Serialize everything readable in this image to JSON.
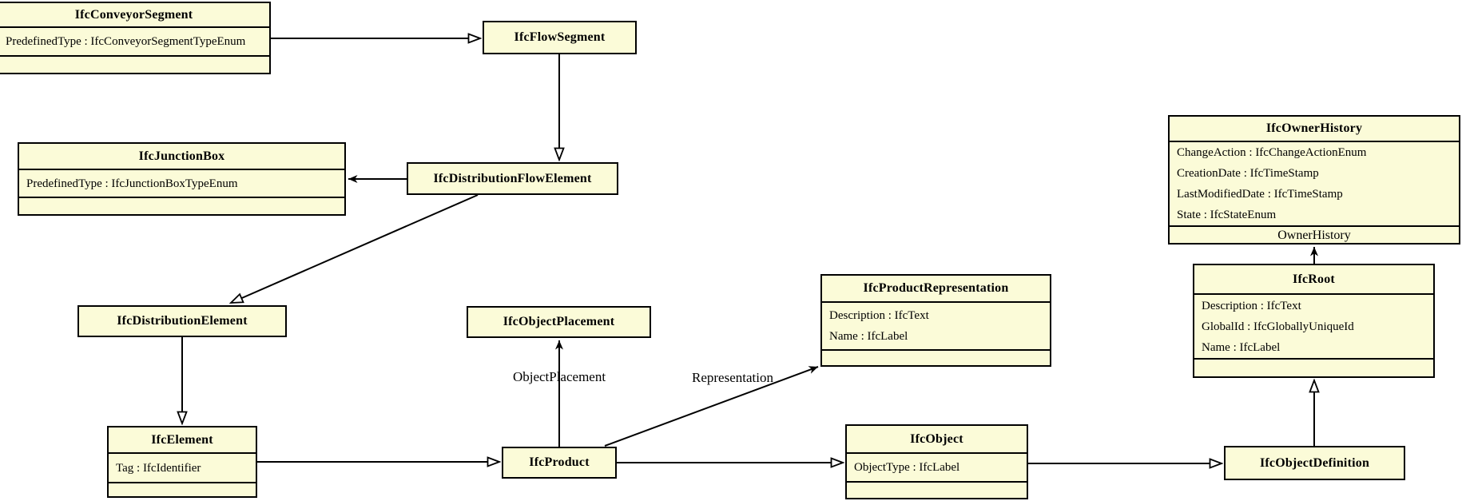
{
  "colors": {
    "box_fill": "#FBFBD8",
    "box_border": "#000000",
    "background": "#FFFFFF",
    "line": "#000000"
  },
  "classes": {
    "conveyor": {
      "name": "IfcConveyorSegment",
      "attrs": [
        "PredefinedType : IfcConveyorSegmentTypeEnum"
      ]
    },
    "flowsegment": {
      "name": "IfcFlowSegment"
    },
    "junctionbox": {
      "name": "IfcJunctionBox",
      "attrs": [
        "PredefinedType : IfcJunctionBoxTypeEnum"
      ]
    },
    "distflowelement": {
      "name": "IfcDistributionFlowElement"
    },
    "ownerhistory": {
      "name": "IfcOwnerHistory",
      "attrs": [
        "ChangeAction : IfcChangeActionEnum",
        "CreationDate : IfcTimeStamp",
        "LastModifiedDate : IfcTimeStamp",
        "State : IfcStateEnum"
      ],
      "compartment_label": "OwnerHistory"
    },
    "distelement": {
      "name": "IfcDistributionElement"
    },
    "objectplacement": {
      "name": "IfcObjectPlacement"
    },
    "productrep": {
      "name": "IfcProductRepresentation",
      "attrs": [
        "Description : IfcText",
        "Name : IfcLabel"
      ]
    },
    "root": {
      "name": "IfcRoot",
      "attrs": [
        "Description : IfcText",
        "GlobalId : IfcGloballyUniqueId",
        "Name : IfcLabel"
      ]
    },
    "element": {
      "name": "IfcElement",
      "attrs": [
        "Tag : IfcIdentifier"
      ]
    },
    "product": {
      "name": "IfcProduct"
    },
    "object": {
      "name": "IfcObject",
      "attrs": [
        "ObjectType : IfcLabel"
      ]
    },
    "objectdefinition": {
      "name": "IfcObjectDefinition"
    }
  },
  "labels": {
    "object_placement": "ObjectPlacement",
    "representation": "Representation"
  },
  "relationships": [
    {
      "from": "IfcConveyorSegment",
      "to": "IfcFlowSegment",
      "type": "generalization"
    },
    {
      "from": "IfcFlowSegment",
      "to": "IfcDistributionFlowElement",
      "type": "generalization"
    },
    {
      "from": "IfcDistributionFlowElement",
      "to": "IfcJunctionBox",
      "type": "reference"
    },
    {
      "from": "IfcDistributionFlowElement",
      "to": "IfcDistributionElement",
      "type": "generalization"
    },
    {
      "from": "IfcDistributionElement",
      "to": "IfcElement",
      "type": "generalization"
    },
    {
      "from": "IfcElement",
      "to": "IfcProduct",
      "type": "generalization"
    },
    {
      "from": "IfcProduct",
      "to": "IfcObjectPlacement",
      "type": "attribute",
      "label": "ObjectPlacement"
    },
    {
      "from": "IfcProduct",
      "to": "IfcProductRepresentation",
      "type": "attribute",
      "label": "Representation"
    },
    {
      "from": "IfcProduct",
      "to": "IfcObject",
      "type": "generalization"
    },
    {
      "from": "IfcObject",
      "to": "IfcObjectDefinition",
      "type": "generalization"
    },
    {
      "from": "IfcObjectDefinition",
      "to": "IfcRoot",
      "type": "generalization"
    },
    {
      "from": "IfcRoot",
      "to": "IfcOwnerHistory",
      "type": "attribute",
      "label": "OwnerHistory"
    }
  ]
}
